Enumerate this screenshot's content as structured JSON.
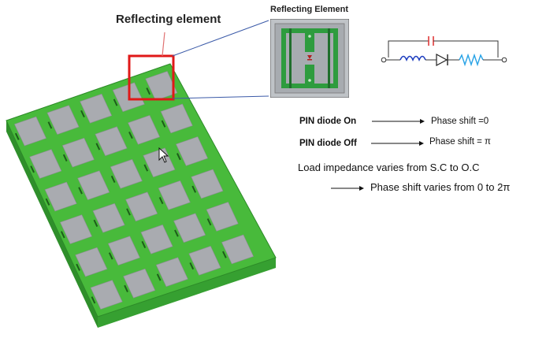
{
  "labels": {
    "reflecting_element": "Reflecting element",
    "inset_title": "Reflecting Element"
  },
  "rows": [
    {
      "state": "PIN diode On",
      "result": "Phase shift =0"
    },
    {
      "state": "PIN diode Off",
      "result": "Phase shift = π"
    }
  ],
  "statements": {
    "load": "Load impedance varies from  S.C to O.C",
    "phase": "Phase shift varies from 0 to 2π"
  },
  "colors": {
    "board_green": "#44b838",
    "board_edge": "#2c8a28",
    "patch_gray": "#a9abb0",
    "highlight_red": "#e01818",
    "leader_blue": "#3b5aa8",
    "inductor_blue": "#1f3fc0",
    "capacitor_red": "#e03a3a",
    "resistor_cyan": "#29a3e6"
  },
  "icons": {
    "cursor": "mouse-pointer-icon",
    "diode": "diode-symbol-icon"
  }
}
